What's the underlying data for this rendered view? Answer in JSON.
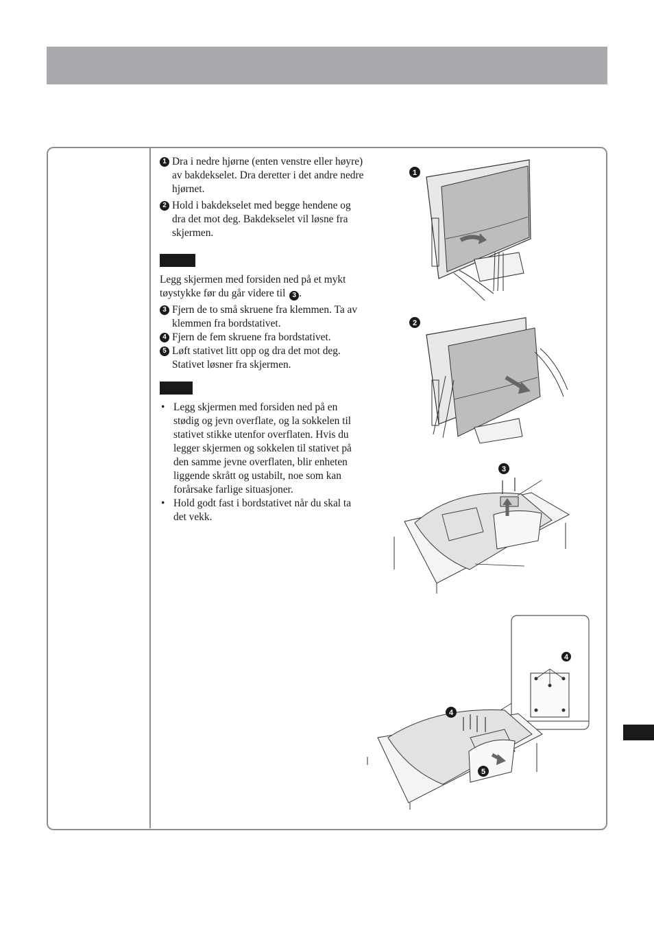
{
  "steps_a": [
    {
      "num": "1",
      "text": "Dra i nedre hjørne (enten venstre eller høyre) av bakdekselet. Dra deretter i det andre nedre hjørnet."
    },
    {
      "num": "2",
      "text": "Hold i bakdekselet med begge hendene og dra det mot deg. Bakdekselet vil løsne fra skjermen."
    }
  ],
  "note": {
    "text_before": "Legg skjermen med forsiden ned på et mykt tøystykke før du går videre til",
    "ref_num": "3",
    "text_after": "."
  },
  "steps_b": [
    {
      "num": "3",
      "text": "Fjern de to små skruene fra klemmen. Ta av klemmen fra bordstativet."
    },
    {
      "num": "4",
      "text": "Fjern de fem skruene fra bordstativet."
    },
    {
      "num": "5",
      "text": "Løft stativet litt opp og dra det mot deg. Stativet løsner fra skjermen."
    }
  ],
  "bullets": [
    "Legg skjermen med forsiden ned på en stødig og jevn overflate, og la sokkelen til stativet stikke utenfor overflaten. Hvis du legger skjermen og sokkelen til stativet på den samme jevne overflaten, blir enheten liggende skrått og ustabilt, noe som kan forårsake farlige situasjoner.",
    "Hold godt fast i bordstativet når du skal ta det vekk."
  ],
  "figures": {
    "fig1_callout": "1",
    "fig2_callout": "2",
    "fig3_callout": "3",
    "fig4_callout_main": "4",
    "fig4_callout_inset": "4",
    "fig4_callout_lift": "5"
  },
  "colors": {
    "header_bar": "#a7a9ac",
    "frame_border": "#8e8e8e",
    "ink": "#1a1a1a",
    "cover_fill": "#bdbdbd"
  }
}
